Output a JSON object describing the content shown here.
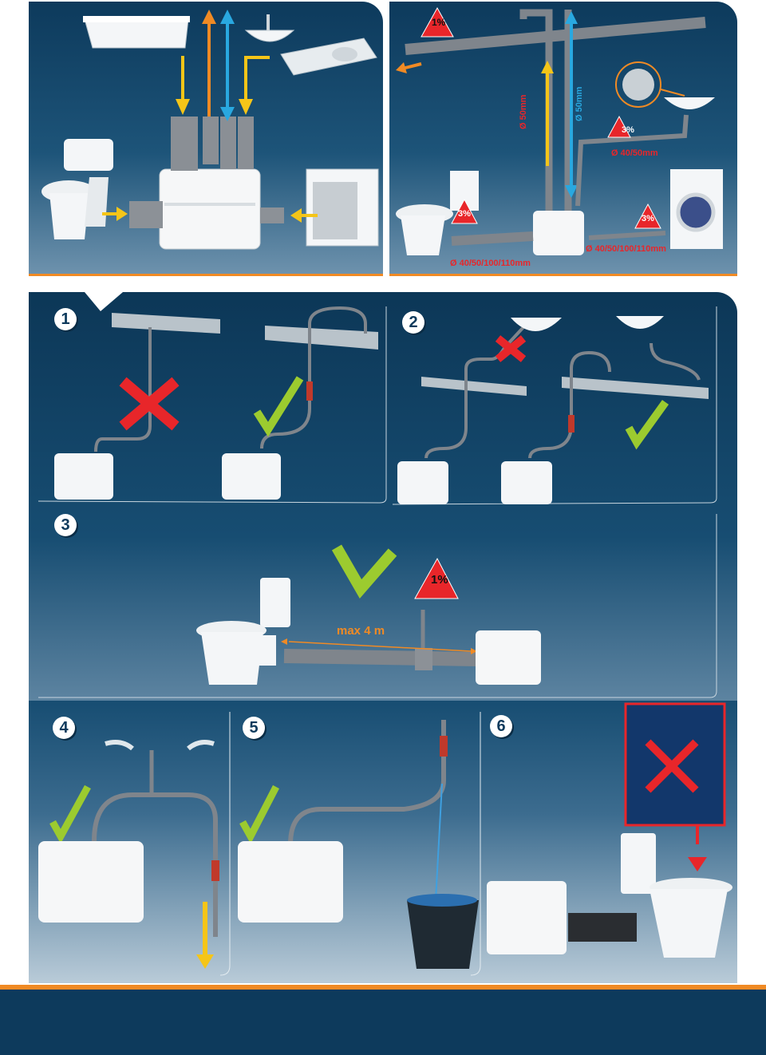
{
  "top_right": {
    "slope_pipe": "1%",
    "dia_vert_yellow": "Ø 50mm",
    "dia_vert_blue": "Ø 50mm",
    "dia_sink": "Ø 40/50mm",
    "slope_sink": "3%",
    "slope_toilet": "3%",
    "slope_machine": "3%",
    "dia_toilet": "Ø 40/50/100/110mm",
    "dia_machine": "Ø 40/50/100/110mm"
  },
  "steps": [
    {
      "num": "1"
    },
    {
      "num": "2"
    },
    {
      "num": "3",
      "distance": "max 4 m",
      "slope": "1%"
    },
    {
      "num": "4"
    },
    {
      "num": "5"
    },
    {
      "num": "6"
    }
  ],
  "colors": {
    "navy": "#0d3a5c",
    "orange": "#f08a24",
    "red": "#e8262a",
    "green": "#9ccb2f",
    "yellow": "#f5c518",
    "blue": "#29a8e0"
  }
}
